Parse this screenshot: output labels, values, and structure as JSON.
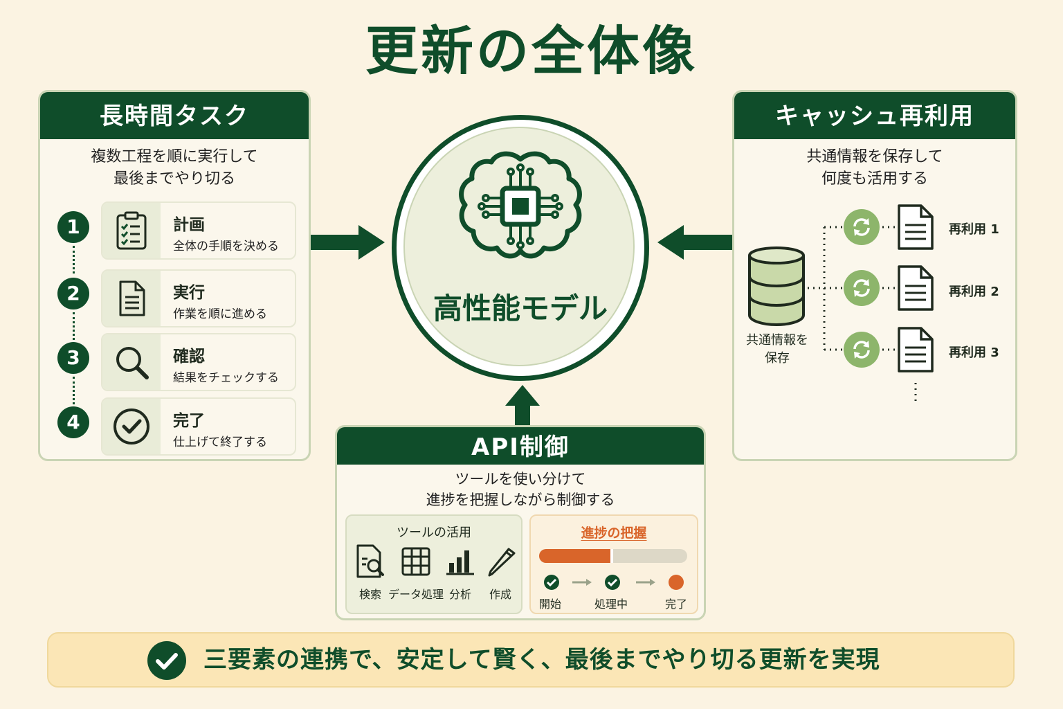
{
  "title": "更新の全体像",
  "left_panel": {
    "title": "長時間タスク",
    "desc_line1": "複数工程を順に実行して",
    "desc_line2": "最後までやり切る",
    "steps": [
      {
        "num": "1",
        "title": "計画",
        "sub": "全体の手順を決める",
        "icon": "clipboard-checklist-icon"
      },
      {
        "num": "2",
        "title": "実行",
        "sub": "作業を順に進める",
        "icon": "document-icon"
      },
      {
        "num": "3",
        "title": "確認",
        "sub": "結果をチェックする",
        "icon": "magnifier-icon"
      },
      {
        "num": "4",
        "title": "完了",
        "sub": "仕上げて終了する",
        "icon": "check-circle-icon"
      }
    ]
  },
  "center": {
    "label": "高性能モデル",
    "icon": "brain-chip-icon"
  },
  "right_panel": {
    "title": "キャッシュ再利用",
    "desc_line1": "共通情報を保存して",
    "desc_line2": "何度も活用する",
    "db_label_line1": "共通情報を",
    "db_label_line2": "保存",
    "reuse_items": [
      "再利用 1",
      "再利用 2",
      "再利用 3"
    ]
  },
  "bottom_panel": {
    "title": "API制御",
    "desc_line1": "ツールを使い分けて",
    "desc_line2": "進捗を把握しながら制御する",
    "tools_title": "ツールの活用",
    "tools": [
      {
        "label": "検索",
        "icon": "document-search-icon"
      },
      {
        "label": "データ処理",
        "icon": "table-icon"
      },
      {
        "label": "分析",
        "icon": "bar-chart-icon"
      },
      {
        "label": "作成",
        "icon": "pencil-icon"
      }
    ],
    "progress_title": "進捗の把握",
    "progress_fraction": 0.5,
    "progress_steps": [
      "開始",
      "処理中",
      "完了"
    ]
  },
  "footer": {
    "text": "三要素の連携で、安定して賢く、最後までやり切る更新を実現"
  },
  "colors": {
    "primary": "#0f4d2a",
    "background": "#fbf3e2",
    "accent_green": "#8db56b",
    "accent_orange": "#d9652a",
    "footer_bg": "#fbe6b6"
  }
}
